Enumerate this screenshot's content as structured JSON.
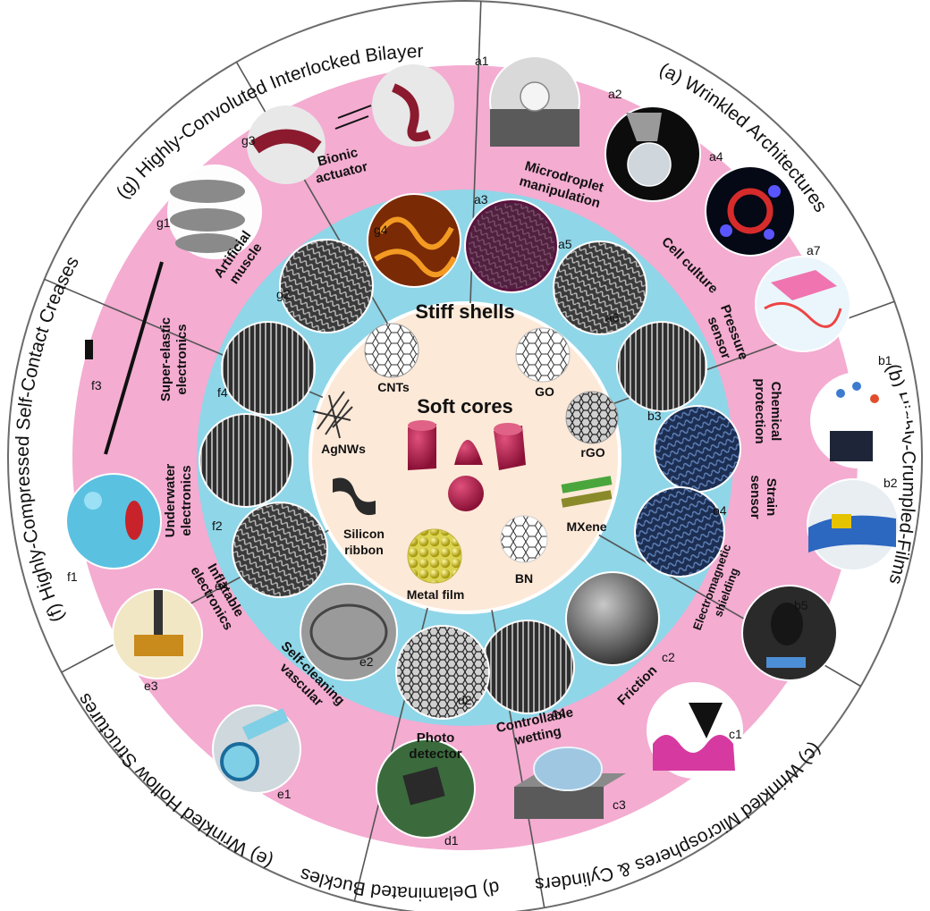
{
  "center": {
    "soft_cores": "Soft cores",
    "stiff_shells": "Stiff shells"
  },
  "materials": {
    "cnts": "CNTs",
    "go": "GO",
    "rgo": "rGO",
    "mxene": "MXene",
    "bn": "BN",
    "metal_film": "Metal film",
    "silicon_ribbon_1": "Silicon",
    "silicon_ribbon_2": "ribbon",
    "agnws": "AgNWs"
  },
  "sectors": {
    "a": "(a) Wrinkled Architectures",
    "b": "(b) Highly-Crumpled-Films",
    "c": "(c) Wrinkled Microspheres & Cylinders",
    "d": "(d) Delaminated Buckles",
    "e": "(e) Wrinkled Hollow Structures",
    "f": "(f) Highly-Compressed Self-Contact Creases",
    "g": "(g) Highly-Convoluted Interlocked Bilayer"
  },
  "applications": {
    "microdroplet_1": "Microdroplet",
    "microdroplet_2": "manipulation",
    "cell_culture": "Cell culture",
    "pressure_1": "Pressure",
    "pressure_2": "sensor",
    "chemical_1": "Chemical",
    "chemical_2": "protection",
    "strain_1": "Strain",
    "strain_2": "sensor",
    "em_1": "Electromagnetic",
    "em_2": "shielding",
    "friction": "Friction",
    "wetting_1": "Controllable",
    "wetting_2": "wetting",
    "photo_1": "Photo",
    "photo_2": "detector",
    "selfclean_1": "Self-cleaning",
    "selfclean_2": "vascular",
    "inflatable_1": "Inflatable",
    "inflatable_2": "electronics",
    "underwater_1": "Underwater",
    "underwater_2": "electronics",
    "superelastic_1": "Super-elastic",
    "superelastic_2": "electronics",
    "muscle_1": "Artificial",
    "muscle_2": "muscle",
    "bionic_1": "Bionic",
    "bionic_2": "actuator"
  },
  "photo_labels": {
    "a1": "a1",
    "a2": "a2",
    "a3": "a3",
    "a4": "a4",
    "a5": "a5",
    "a6": "a6",
    "a7": "a7",
    "b1": "b1",
    "b2": "b2",
    "b3": "b3",
    "b4": "b4",
    "b5": "b5",
    "c1": "c1",
    "c2": "c2",
    "c3": "c3",
    "c4": "c4",
    "d1": "d1",
    "d2": "d2",
    "e1": "e1",
    "e2": "e2",
    "e3": "e3",
    "e4": "e4",
    "f1": "f1",
    "f2": "f2",
    "f3": "f3",
    "f4": "f4",
    "g1": "g1",
    "g2": "g2",
    "g3": "g3",
    "g4": "g4"
  },
  "colors": {
    "pink": "#f4acd1",
    "blue": "#8fd6e8",
    "cream": "#fde9d8",
    "white": "#ffffff",
    "line": "#555555",
    "core": "#b3194c"
  }
}
